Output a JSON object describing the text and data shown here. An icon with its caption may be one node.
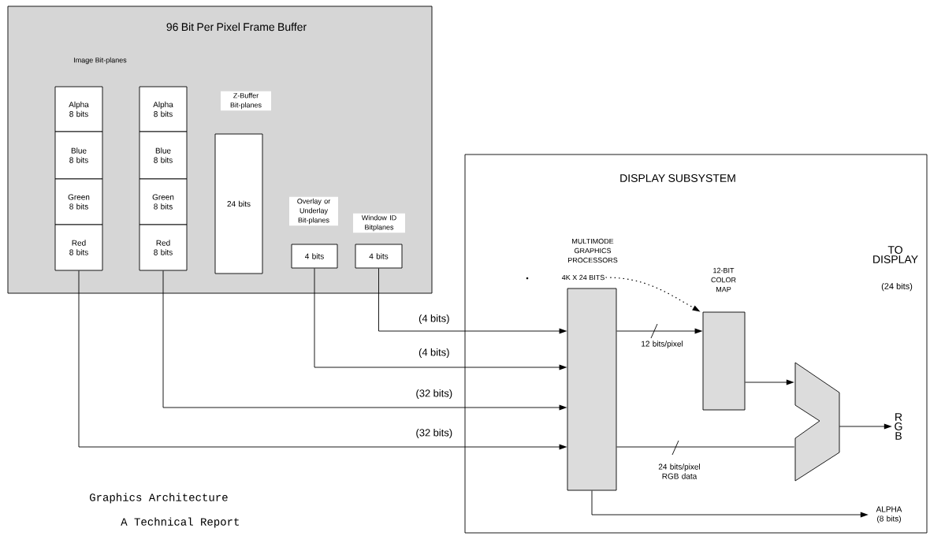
{
  "diagram": {
    "nodes": [
      {
        "text": [
          "96 Bit Per Pixel Frame Buffer"
        ]
      },
      {
        "text": [
          "Alpha 8 bits"
        ],
        "in": 0
      },
      {
        "text": [
          "Blue 8 bits"
        ],
        "in": 0
      },
      {
        "text": [
          "Green 8 bits"
        ],
        "in": 0
      },
      {
        "text": [
          "Red 8 bits"
        ],
        "in": 0
      },
      {
        "text": [
          "Alpha 8 bits"
        ],
        "in": 0
      },
      {
        "text": [
          "Blue 8 bits"
        ],
        "in": 0
      },
      {
        "text": [
          "Green 8 bits"
        ],
        "in": 0
      },
      {
        "text": [
          "Red 8 bits"
        ],
        "in": 0
      },
      {
        "text": [
          "Z-Buffer Bit-planes",
          "24 bits"
        ],
        "in": 0
      },
      {
        "text": [
          "Overlay or Underlay Bit-planes",
          "4 bits"
        ],
        "in": 0
      },
      {
        "text": [
          "Window ID Bitplanes",
          "4 bits"
        ],
        "in": 0
      },
      {
        "text": [
          "DISPLAY SUBSYSTEM"
        ]
      },
      {
        "text": [
          "MULTIMODE GRAPHICS PROCESSORS"
        ],
        "in": 12
      },
      {
        "text": [
          "4K X 24 BITS"
        ],
        "in": 12
      },
      {
        "text": [
          "12-BIT COLOR MAP"
        ],
        "in": 12
      },
      {
        "text": [],
        "shape": "trapezoid",
        "in": 12
      },
      {
        "text": [
          "TO DISPLAY",
          "(24 bits)",
          "R G B"
        ],
        "in": 12
      },
      {
        "text": [
          "ALPHA (8 bits)"
        ],
        "in": 12
      }
    ],
    "edges": [
      {
        "from": 11,
        "to": 13,
        "arrow": "to",
        "label": "(4 bits)"
      },
      {
        "from": 10,
        "to": 13,
        "arrow": "to",
        "label": "(4 bits)"
      },
      {
        "from": 8,
        "to": 13,
        "arrow": "to",
        "label": "(32 bits)"
      },
      {
        "from": 4,
        "to": 13,
        "arrow": "to",
        "label": "(32 bits)"
      },
      {
        "from": 13,
        "to": 15,
        "arrow": "to",
        "label": "12 bits/pixel"
      },
      {
        "from": 14,
        "to": 15,
        "arrow": "to",
        "style": "dashed"
      },
      {
        "from": 15,
        "to": 16,
        "arrow": "to"
      },
      {
        "from": 13,
        "to": 16,
        "arrow": "none",
        "label": "24 bits/pixel RGB data"
      },
      {
        "from": 16,
        "to": 17,
        "arrow": "to"
      },
      {
        "from": 13,
        "to": 18,
        "arrow": "to"
      }
    ],
    "labels": [
      "Image Bit-planes",
      "Graphics Architecture",
      "A Technical Report"
    ]
  }
}
